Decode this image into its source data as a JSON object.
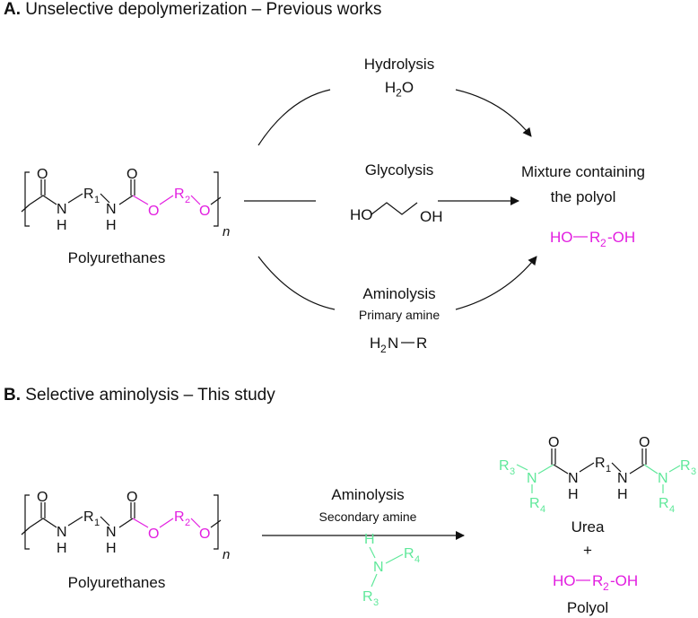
{
  "section_a": {
    "letter": "A.",
    "title": "Unselective depolymerization – Previous works",
    "polymer_name": "Polyurethanes",
    "routes": {
      "hydrolysis": {
        "name": "Hydrolysis",
        "reagent_main": "H",
        "reagent_sub": "2",
        "reagent_end": "O"
      },
      "glycolysis": {
        "name": "Glycolysis",
        "reagent_left": "HO",
        "reagent_right": "OH"
      },
      "aminolysis": {
        "name": "Aminolysis",
        "amine_type": "Primary amine",
        "reagent_h": "H",
        "reagent_sub": "2",
        "reagent_n": "N",
        "reagent_r": "R"
      }
    },
    "product": {
      "line1": "Mixture containing",
      "line2": "the polyol",
      "polyol_left": "HO",
      "polyol_r": "R",
      "polyol_sub": "2",
      "polyol_right": "-OH"
    }
  },
  "section_b": {
    "letter": "B.",
    "title": "Selective aminolysis – This study",
    "polymer_name": "Polyurethanes",
    "reaction_name": "Aminolysis",
    "amine_type": "Secondary amine",
    "urea_name": "Urea",
    "plus": "+",
    "polyol_name": "Polyol",
    "polyol_left": "HO",
    "polyol_r": "R",
    "polyol_sub": "2",
    "polyol_right": "-OH"
  },
  "structure_labels": {
    "O": "O",
    "N": "N",
    "H": "H",
    "R": "R",
    "NH": "NH",
    "n": "n",
    "sub1": "1",
    "sub2": "2",
    "sub3": "3",
    "sub4": "4"
  },
  "colors": {
    "pink": "#e21ee0",
    "green": "#5fe89a",
    "black": "#111111"
  },
  "icons": [
    "arrow-icon"
  ]
}
